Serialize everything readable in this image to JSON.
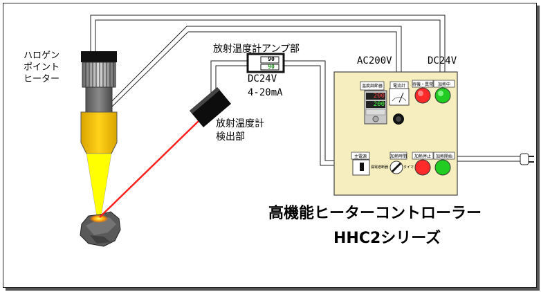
{
  "heater_label": [
    "ハロゲン",
    "ポイント",
    "ヒーター"
  ],
  "amp_label": "放射温度計アンプ部",
  "amp_display_top": "90",
  "amp_display_bottom": "90",
  "amp_power": "DC24V",
  "amp_signal": "4-20mA",
  "sensor_label": [
    "放射温度計",
    "検出部"
  ],
  "supply_ac": "AC200V",
  "supply_dc": "DC24V",
  "panel": {
    "controller_title": "温度調節器",
    "pv_value": "200",
    "sv_value": "200",
    "ammeter_label": "電流計",
    "lamp1_label": "待機・異常",
    "lamp2_label": "加熱中",
    "breaker_label": "主電源",
    "breaker_sub": "漏電遮断器",
    "selector_label": "加熱時間",
    "selector_sub": "タイマ",
    "stop_label": "加熱停止",
    "start_label": "加熱開始"
  },
  "product_title": "高機能ヒーターコントローラー",
  "product_series": "HHC2シリーズ",
  "colors": {
    "heater_body": "#f7c400",
    "heater_cone": "#ffff00",
    "laser": "#ff2020",
    "panel_bg": "#f6eebf",
    "lamp_red": "#ff2a2a",
    "lamp_green": "#22cc22"
  }
}
